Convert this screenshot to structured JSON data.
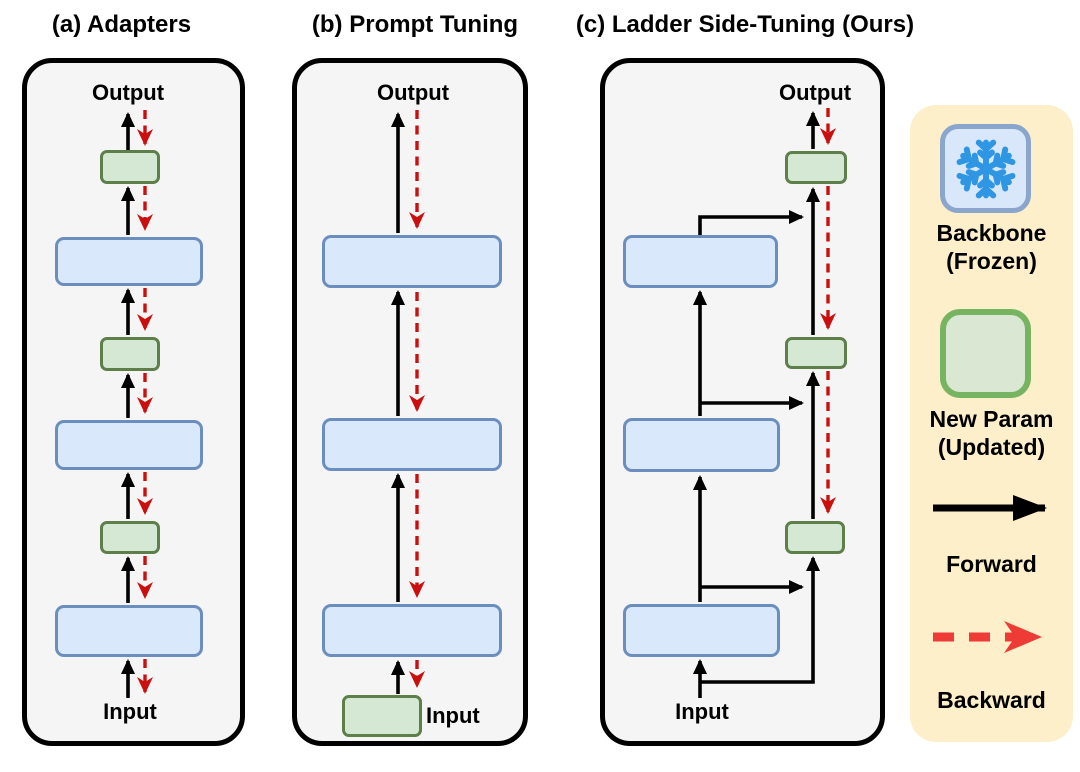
{
  "panels": {
    "a": {
      "title": "(a) Adapters",
      "output_label": "Output",
      "input_label": "Input",
      "backbone_blocks": 3,
      "adapter_blocks": 3
    },
    "b": {
      "title": "(b) Prompt Tuning",
      "output_label": "Output",
      "input_label": "Input",
      "backbone_blocks": 3,
      "prompt_blocks": 1
    },
    "c": {
      "title": "(c) Ladder Side-Tuning (Ours)",
      "output_label": "Output",
      "input_label": "Input",
      "backbone_blocks": 3,
      "side_blocks": 3
    }
  },
  "legend": {
    "backbone": {
      "icon": "snowflake-icon",
      "line1": "Backbone",
      "line2": "(Frozen)"
    },
    "new_param": {
      "line1": "New Param",
      "line2": "(Updated)"
    },
    "forward_label": "Forward",
    "backward_label": "Backward"
  },
  "colors": {
    "panel_bg": "#F5F5F5",
    "panel_border": "#000000",
    "backbone_fill": "#DAE8FC",
    "backbone_border": "#6C8EBF",
    "new_param_fill": "#D5E8D4",
    "new_param_border": "#5E7E4A",
    "legend_bg": "#FCEFC9",
    "legend_green_border": "#77B462",
    "snowflake_tile_fill": "#D8E7FA",
    "snowflake_tile_border": "#8BA6CD",
    "snowflake_blue": "#2E96E2",
    "forward_arrow": "#000000",
    "backward_arrow": "#C9100E",
    "backward_arrow_legend": "#EE3B36"
  }
}
